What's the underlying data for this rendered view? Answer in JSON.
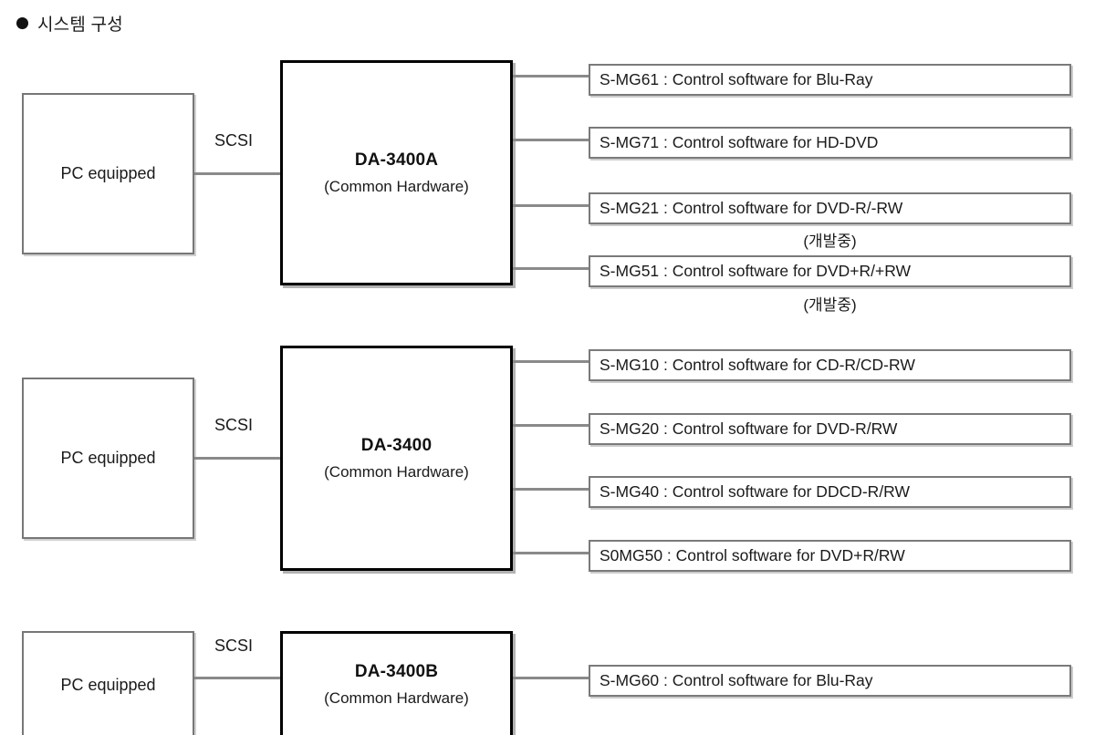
{
  "heading": {
    "bullet": "filled-circle-bullet",
    "text": "시스템 구성"
  },
  "connection_label": "SCSI",
  "pc_label": "PC equipped",
  "hardware_subtitle": "(Common Hardware)",
  "development_note": "(개발중)",
  "groups": [
    {
      "id": "group-da3400a",
      "pc": {
        "label": "PC equipped"
      },
      "link": {
        "label": "SCSI"
      },
      "hardware": {
        "title": "DA-3400A",
        "subtitle": "(Common Hardware)"
      },
      "software": [
        {
          "label": "S-MG61 : Control software for Blu-Ray",
          "note": ""
        },
        {
          "label": "S-MG71 : Control software for HD-DVD",
          "note": ""
        },
        {
          "label": "S-MG21 : Control software for DVD-R/-RW",
          "note": "(개발중)"
        },
        {
          "label": "S-MG51 : Control software for DVD+R/+RW",
          "note": "(개발중)"
        }
      ]
    },
    {
      "id": "group-da3400",
      "pc": {
        "label": "PC equipped"
      },
      "link": {
        "label": "SCSI"
      },
      "hardware": {
        "title": "DA-3400",
        "subtitle": "(Common Hardware)"
      },
      "software": [
        {
          "label": "S-MG10 : Control software for CD-R/CD-RW",
          "note": ""
        },
        {
          "label": "S-MG20 : Control software for DVD-R/RW",
          "note": ""
        },
        {
          "label": "S-MG40 : Control software for DDCD-R/RW",
          "note": ""
        },
        {
          "label": "S0MG50 : Control software for DVD+R/RW",
          "note": ""
        }
      ]
    },
    {
      "id": "group-da3400b",
      "pc": {
        "label": "PC equipped"
      },
      "link": {
        "label": "SCSI"
      },
      "hardware": {
        "title": "DA-3400B",
        "subtitle": "(Common Hardware)"
      },
      "software": [
        {
          "label": "S-MG60 : Control software for Blu-Ray",
          "note": ""
        }
      ]
    }
  ],
  "colors": {
    "pc_box_border": "#777777",
    "hardware_box_border": "#000000",
    "software_box_border": "#7a7a7a",
    "connector_line": "#8a8a8a",
    "text": "#1a1a1a",
    "background": "#ffffff"
  }
}
